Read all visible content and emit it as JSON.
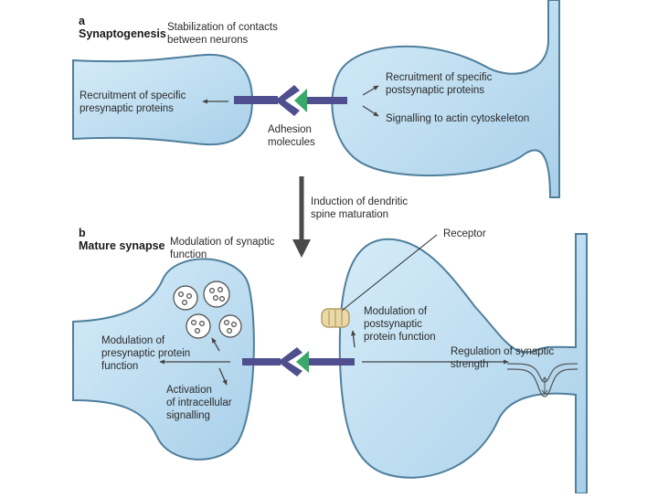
{
  "panel_a": {
    "letter": "a",
    "title": "Synaptogenesis",
    "stabilization": "Stabilization of contacts\nbetween neurons",
    "recruit_pre": "Recruitment of specific\npresynaptic proteins",
    "adhesion": "Adhesion\nmolecules",
    "recruit_post": "Recruitment of specific\npostsynaptic proteins",
    "signalling_actin": "Signalling to actin cytoskeleton"
  },
  "transition": "Induction of dendritic\nspine maturation",
  "panel_b": {
    "letter": "b",
    "title": "Mature synapse",
    "modulation_synaptic": "Modulation of synaptic\nfunction",
    "receptor": "Receptor",
    "modulation_post": "Modulation of\npostsynaptic\nprotein function",
    "modulation_pre": "Modulation of\npresynaptic protein\nfunction",
    "activation": "Activation\nof intracellular\nsignalling",
    "regulation": "Regulation of synaptic\nstrength"
  },
  "colors": {
    "neuron_fill": "#c4e2f3",
    "neuron_stroke": "#4f7f9c",
    "adhesion_purple": "#4f4f8f",
    "adhesion_green": "#3aa86b",
    "arrow": "#444444",
    "receptor": "#ead9a8"
  }
}
